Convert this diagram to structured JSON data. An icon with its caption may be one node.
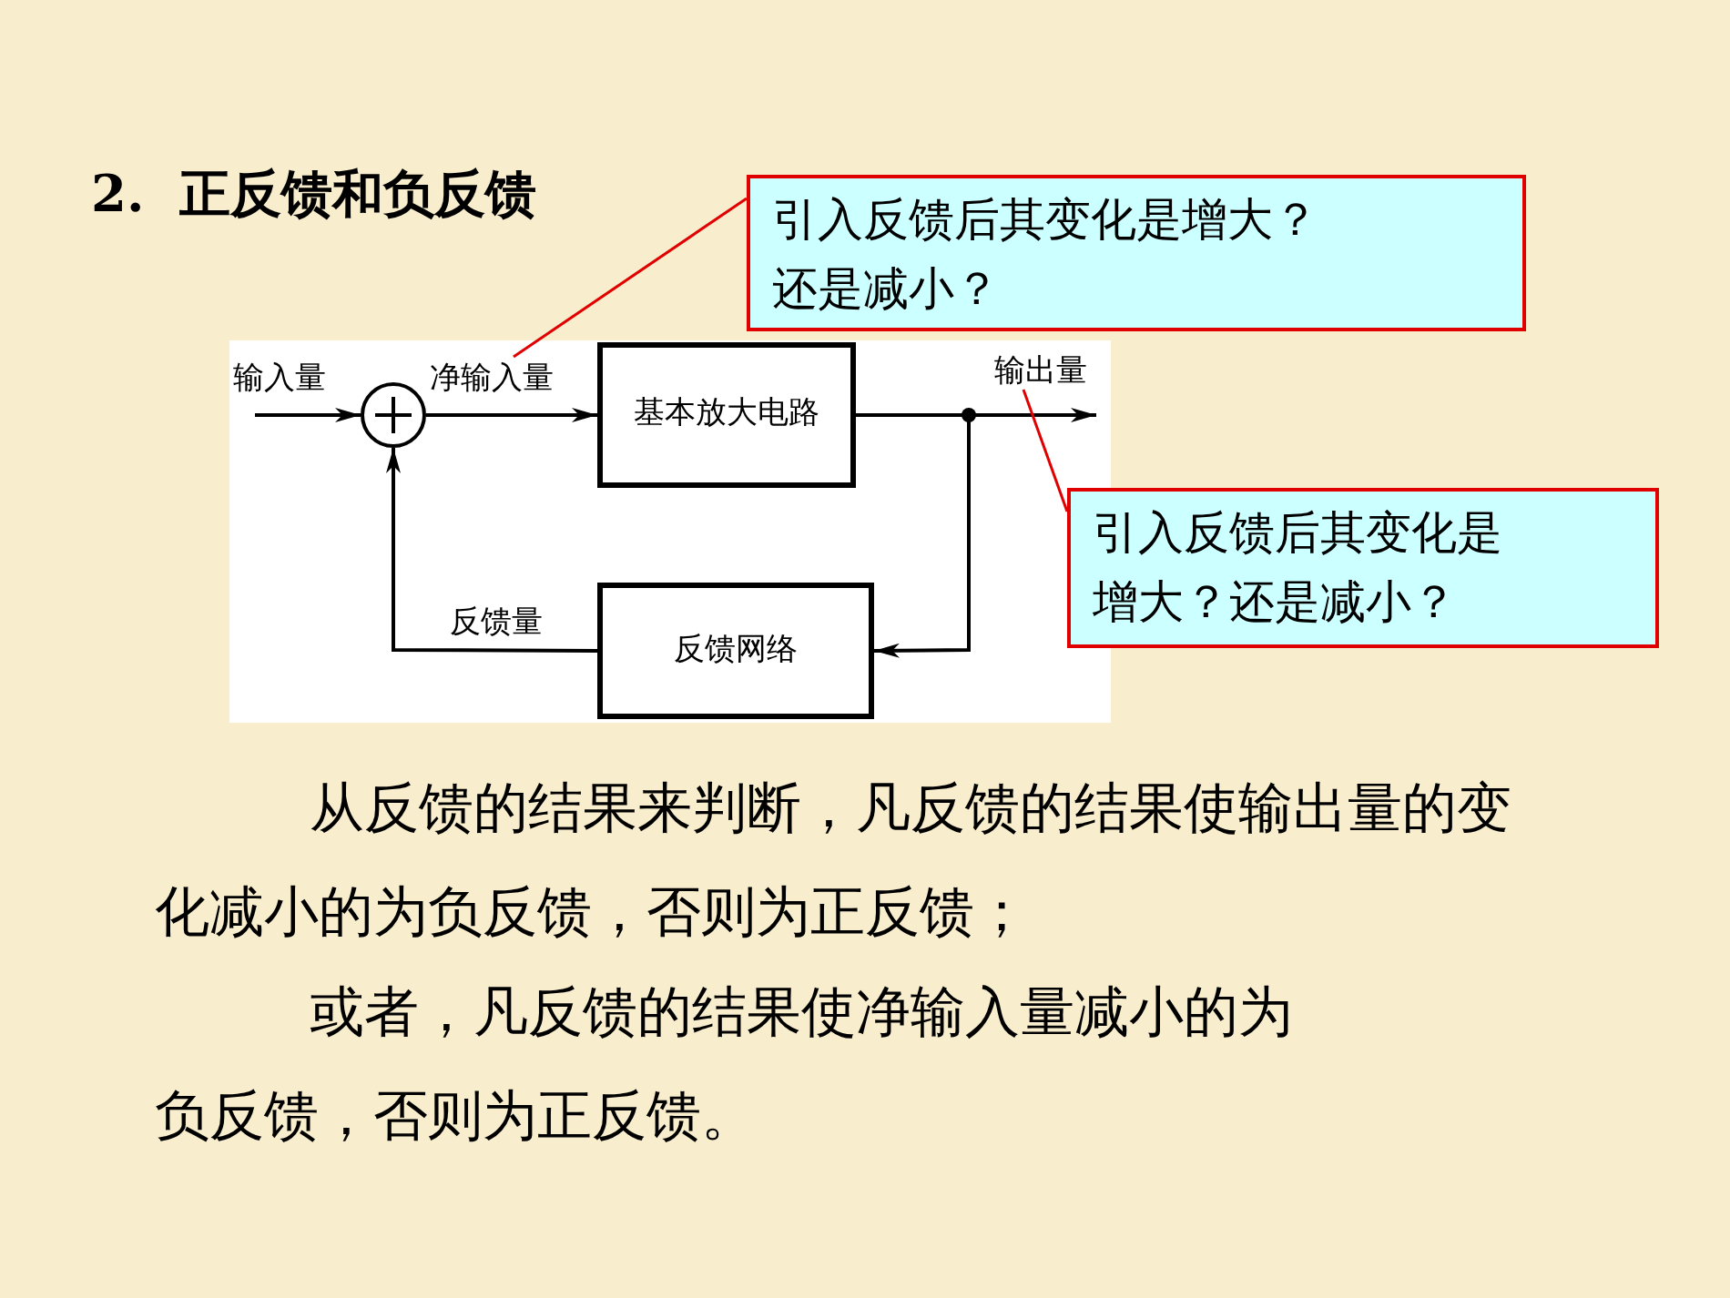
{
  "diagram": {
    "title": "2.  正反馈和负反馈",
    "nodes": [
      {
        "text": [],
        "shape": "circle"
      },
      {
        "text": [
          "基本放大电路"
        ]
      },
      {
        "text": [
          "反馈网络"
        ]
      },
      {
        "text": [
          "引入反馈后其变化是增大？还是减小？"
        ]
      },
      {
        "text": [
          "引入反馈后其变化是增大？还是减小？"
        ]
      },
      {
        "text": [
          "净输入量"
        ]
      },
      {
        "text": [
          "输出量"
        ]
      }
    ],
    "edges": [
      {
        "from": null,
        "to": 0,
        "arrow": "to",
        "label": "输入量"
      },
      {
        "from": 0,
        "to": 1,
        "arrow": "to"
      },
      {
        "from": 1,
        "to": 6,
        "arrow": "to"
      },
      {
        "from": 1,
        "to": 2,
        "arrow": "to"
      },
      {
        "from": 2,
        "to": 0,
        "arrow": "to",
        "label": "反馈量"
      },
      {
        "from": 3,
        "to": 5,
        "arrow": "none",
        "color": "#e00000"
      },
      {
        "from": 4,
        "to": 6,
        "arrow": "none",
        "color": "#e00000"
      }
    ],
    "labels": [
      "从反馈的结果来判断，凡反馈的结果使输出量的变化减小的为负反馈，否则为正反馈；",
      "或者，凡反馈的结果使净输入量减小的为负反馈，否则为正反馈。"
    ]
  }
}
